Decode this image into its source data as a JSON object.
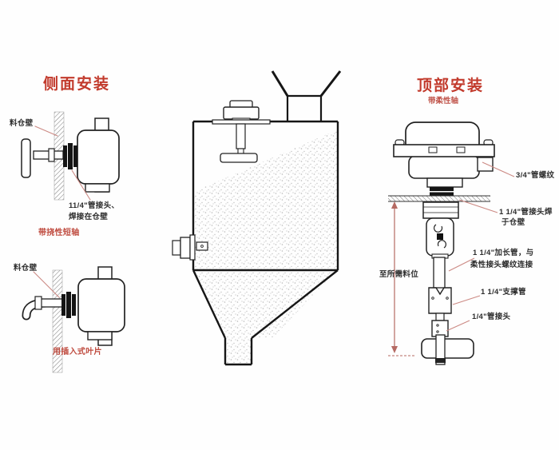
{
  "left_panel": {
    "title": "侧面安装",
    "diagram_flexible_shaft": {
      "wall_label": "料仓壁",
      "fitting_note_line1": "11/4\"管接头、",
      "fitting_note_line2": "焊接在仓壁",
      "caption": "带挠性短轴"
    },
    "diagram_insert_paddle": {
      "wall_label": "料仓壁",
      "caption": "用插入式叶片"
    }
  },
  "right_panel": {
    "title": "顶部安装",
    "subtitle": "带柔性轴",
    "labels": {
      "pipe_thread": "3/4\"管螺纹",
      "fitting_line1": "1 1/4\"管接头焊",
      "fitting_line2": "于仓壁",
      "extension_line1": "1 1/4\"加长管，与",
      "extension_line2": "柔性接头螺纹连接",
      "support_pipe": "1 1/4\"支撑管",
      "small_fitting": "1/4\"管接头",
      "level_range": "至所需料位"
    }
  },
  "colors": {
    "title_red": "#c23a2c",
    "caption_red": "#bf4a3e",
    "leader_pink": "#cc8a84",
    "dimension_red": "#b56a63",
    "line_dark": "#1c1c1c",
    "material_stipple": "#b9b9b9"
  }
}
